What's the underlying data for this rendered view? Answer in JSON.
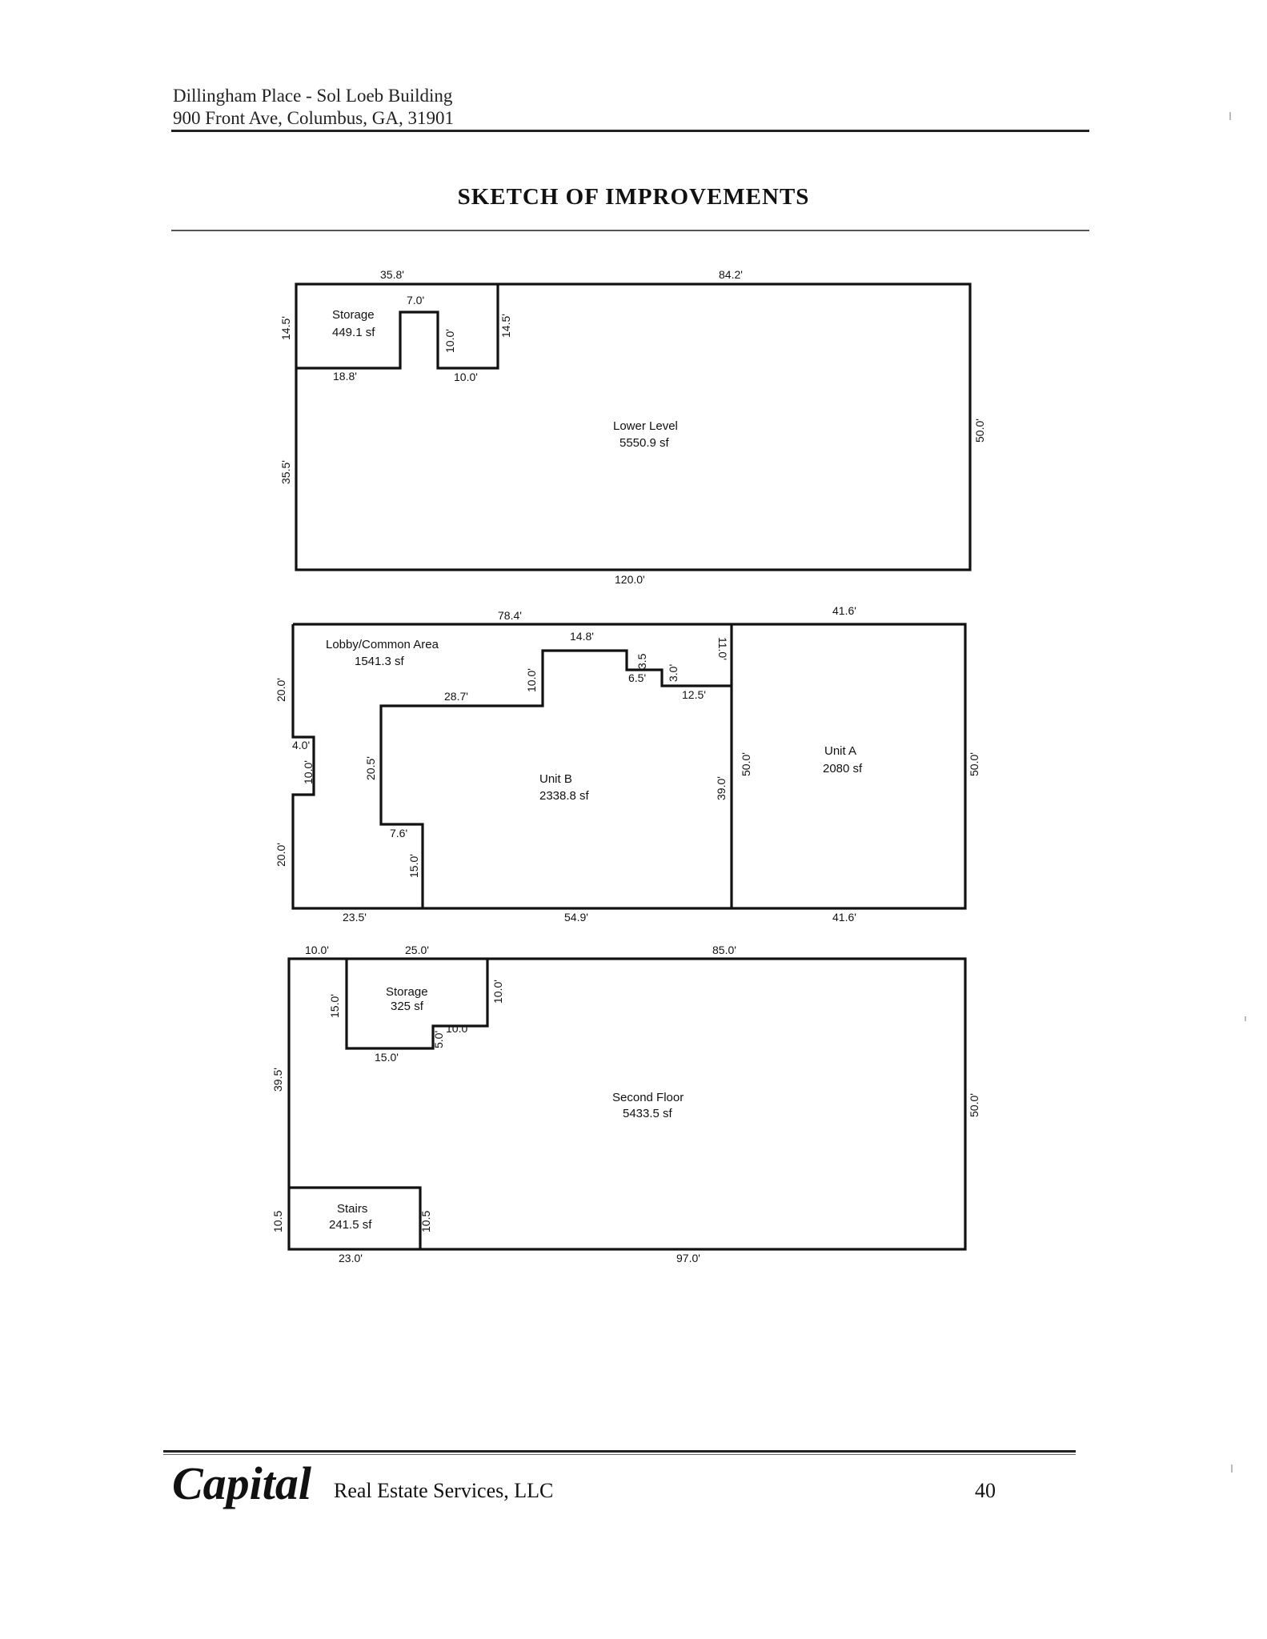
{
  "header": {
    "line1": "Dillingham Place - Sol Loeb Building",
    "line2": "900 Front Ave, Columbus, GA, 31901"
  },
  "title": "SKETCH OF IMPROVEMENTS",
  "sketch": {
    "lower_level": {
      "main_label": "Lower Level",
      "main_area": "5550.9 sf",
      "storage_label": "Storage",
      "storage_area": "449.1 sf",
      "dims": {
        "top_left": "35.8'",
        "top_right": "84.2'",
        "notch_top": "7.0'",
        "left_top": "14.5'",
        "left_bottom": "35.5'",
        "storage_bottom_left": "18.8'",
        "notch_side": "10.0'",
        "storage_right": "14.5'",
        "storage_bottom_right": "10.0'",
        "right": "50.0'",
        "bottom": "120.0'"
      }
    },
    "first_floor": {
      "lobby_label": "Lobby/Common Area",
      "lobby_area": "1541.3 sf",
      "unitb_label": "Unit B",
      "unitb_area": "2338.8 sf",
      "unita_label": "Unit A",
      "unita_area": "2080 sf",
      "dims": {
        "top_left": "78.4'",
        "top_right": "41.6'",
        "step_top": "14.8'",
        "step_a": "3.5",
        "step_b": "3.0'",
        "step_c": "6.5'",
        "step_d": "12.5'",
        "right_short": "11.0'",
        "step_left": "10.0'",
        "inner_top": "28.7'",
        "left_top": "20.0'",
        "jog_width": "4.0'",
        "jog_height": "10.0'",
        "left_bottom": "20.0'",
        "inner_left": "20.5'",
        "inner_jog": "7.6'",
        "inner_low": "15.0'",
        "unitb_right": "39.0'",
        "unita_left": "50.0'",
        "unita_right": "50.0'",
        "bottom_left": "23.5'",
        "bottom_mid": "54.9'",
        "bottom_right": "41.6'"
      }
    },
    "second_floor": {
      "main_label": "Second Floor",
      "main_area": "5433.5 sf",
      "storage_label": "Storage",
      "storage_area": "325 sf",
      "stairs_label": "Stairs",
      "stairs_area": "241.5 sf",
      "dims": {
        "top_a": "10.0'",
        "top_b": "25.0'",
        "top_c": "85.0'",
        "storage_left": "15.0'",
        "storage_right": "10.0'",
        "storage_step_w": "10.0'",
        "storage_step_h": "5.0'",
        "storage_bottom": "15.0'",
        "left": "39.5'",
        "right": "50.0'",
        "stairs_left": "10.5",
        "stairs_right": "10.5",
        "bottom_left": "23.0'",
        "bottom_right": "97.0'"
      }
    }
  },
  "footer": {
    "brand": "Capital",
    "company": "Real Estate Services, LLC",
    "page_number": "40"
  }
}
